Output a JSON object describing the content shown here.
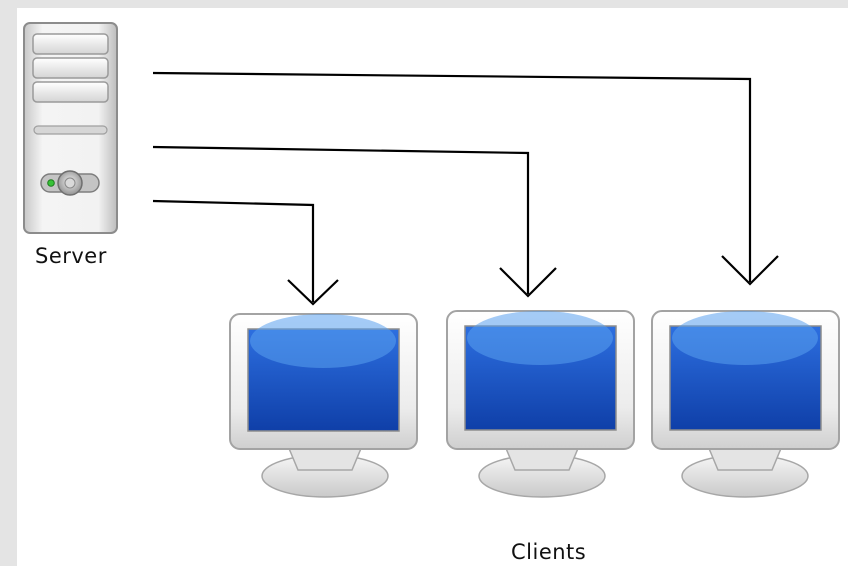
{
  "labels": {
    "server": "Server",
    "clients": "Clients"
  },
  "nodes": {
    "server": {
      "icon": "server-tower-icon",
      "power_led_color": "#38c238"
    },
    "clients": [
      {
        "icon": "monitor-icon"
      },
      {
        "icon": "monitor-icon"
      },
      {
        "icon": "monitor-icon"
      }
    ]
  },
  "connections": [
    {
      "from": "server",
      "to": "client-1"
    },
    {
      "from": "server",
      "to": "client-2"
    },
    {
      "from": "server",
      "to": "client-3"
    }
  ],
  "colors": {
    "background": "#e4e4e4",
    "canvas": "#ffffff",
    "screen_blue": "#1f5fcf",
    "screen_light": "#5aa0ee",
    "line": "#000000"
  }
}
